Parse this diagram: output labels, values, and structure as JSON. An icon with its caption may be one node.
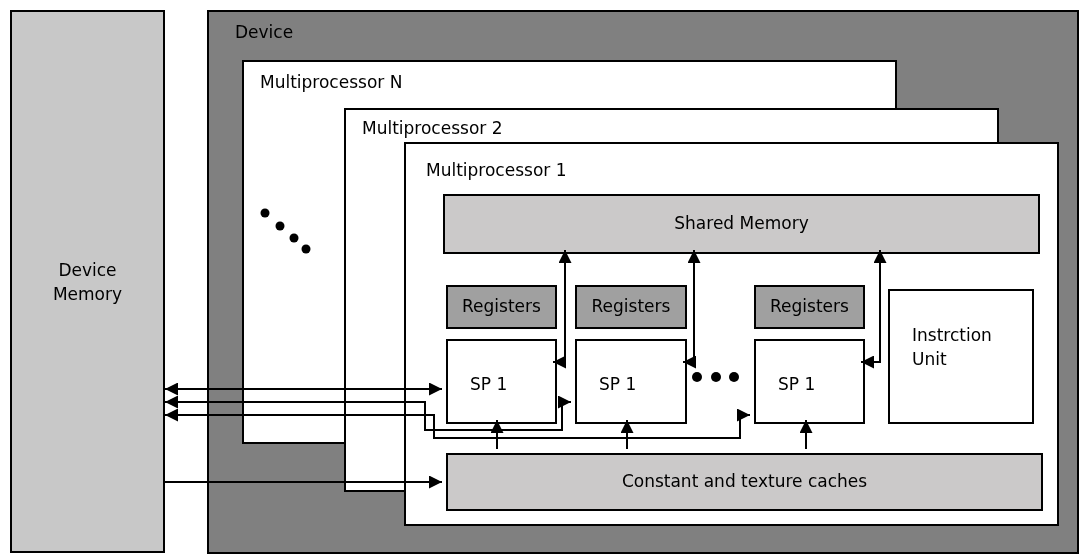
{
  "diagram": {
    "nodes": [
      {
        "text": [
          "Device Memory"
        ]
      },
      {
        "text": [
          "Device"
        ]
      },
      {
        "text": [
          "Multiprocessor N"
        ],
        "in": 1
      },
      {
        "text": [
          "Multiprocessor 2"
        ],
        "in": 1
      },
      {
        "text": [
          "Multiprocessor 1"
        ],
        "in": 1
      },
      {
        "text": [
          "Shared Memory"
        ],
        "in": 4
      },
      {
        "text": [
          "Registers"
        ],
        "in": 4
      },
      {
        "text": [
          "Registers"
        ],
        "in": 4
      },
      {
        "text": [
          "Registers"
        ],
        "in": 4
      },
      {
        "text": [
          "SP 1"
        ],
        "in": 4
      },
      {
        "text": [
          "SP 1"
        ],
        "in": 4
      },
      {
        "text": [
          "SP 1"
        ],
        "in": 4
      },
      {
        "text": [
          "Instrction Unit"
        ],
        "in": 4
      },
      {
        "text": [
          "Constant and texture caches"
        ],
        "in": 4
      }
    ],
    "edges": [
      {
        "from": 0,
        "to": 9,
        "arrow": "both"
      },
      {
        "from": 0,
        "to": 10,
        "arrow": "both"
      },
      {
        "from": 0,
        "to": 11,
        "arrow": "both"
      },
      {
        "from": 0,
        "to": 13,
        "arrow": "to"
      },
      {
        "from": 13,
        "to": 9,
        "arrow": "to"
      },
      {
        "from": 13,
        "to": 10,
        "arrow": "to"
      },
      {
        "from": 13,
        "to": 11,
        "arrow": "to"
      },
      {
        "from": 9,
        "to": 5,
        "arrow": "both"
      },
      {
        "from": 10,
        "to": 5,
        "arrow": "both"
      },
      {
        "from": 11,
        "to": 5,
        "arrow": "both"
      }
    ]
  }
}
